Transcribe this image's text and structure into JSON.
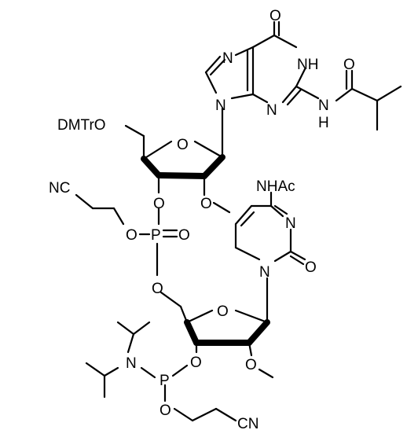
{
  "structure": {
    "atoms": {
      "o_carbonyl_guanine": "O",
      "n1h_guanine": "NH",
      "n7_guanine": "N",
      "n9_guanine": "N",
      "n3_guanine": "N",
      "nh_amide_guanine": "H",
      "nh_amide_guanine_n": "N",
      "o_isobutyryl": "O",
      "dmtr_o": "DMTrO",
      "o_ring1": "O",
      "nc_top": "NC",
      "o3_top": "O",
      "o_methoxy_top": "O",
      "nhac": "NHAc",
      "o_p_link": "O",
      "p_center": "P",
      "p_double_o": "O",
      "n3_cytosine": "N",
      "n1_cytosine": "N",
      "o_cytosine": "O",
      "o5_bottom": "O",
      "o_ring2": "O",
      "n_amine": "N",
      "o3_bottom": "O",
      "p_bottom": "P",
      "o_methoxy_bottom": "O",
      "o_p_chain": "O",
      "cn_bottom": "CN"
    }
  }
}
